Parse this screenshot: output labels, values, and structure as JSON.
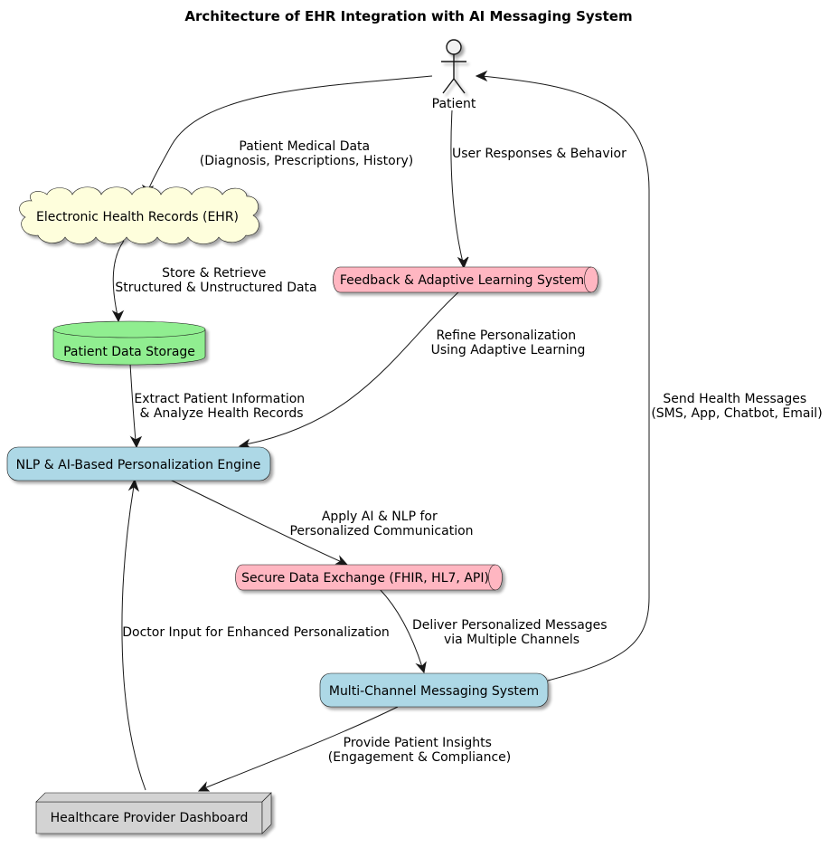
{
  "title": "Architecture of EHR Integration with AI Messaging System",
  "nodes": {
    "patient": {
      "label": "Patient",
      "type": "actor"
    },
    "ehr": {
      "label": "Electronic Health Records (EHR)",
      "type": "cloud",
      "color": "#FEFEDC"
    },
    "storage": {
      "label": "Patient Data Storage",
      "type": "database",
      "color": "#90EE90"
    },
    "feedback": {
      "label": "Feedback & Adaptive Learning System",
      "type": "queue",
      "color": "#FFB6C1"
    },
    "nlp": {
      "label": "NLP & AI-Based Personalization Engine",
      "type": "rectangle",
      "color": "#ADD8E6"
    },
    "exchange": {
      "label": "Secure Data Exchange (FHIR, HL7, API)",
      "type": "queue",
      "color": "#FFB6C1"
    },
    "messaging": {
      "label": "Multi-Channel Messaging System",
      "type": "rectangle",
      "color": "#ADD8E6"
    },
    "dashboard": {
      "label": "Healthcare Provider Dashboard",
      "type": "node",
      "color": "#D3D3D3"
    }
  },
  "edges": [
    {
      "from": "patient",
      "to": "ehr",
      "label": [
        "Patient Medical Data",
        "(Diagnosis, Prescriptions, History)"
      ]
    },
    {
      "from": "patient",
      "to": "feedback",
      "label": [
        "User Responses & Behavior"
      ]
    },
    {
      "from": "ehr",
      "to": "storage",
      "label": [
        "Store & Retrieve",
        "Structured & Unstructured Data"
      ]
    },
    {
      "from": "feedback",
      "to": "nlp",
      "label": [
        "Refine Personalization",
        "Using Adaptive Learning"
      ]
    },
    {
      "from": "storage",
      "to": "nlp",
      "label": [
        "Extract Patient Information",
        "& Analyze Health Records"
      ]
    },
    {
      "from": "messaging",
      "to": "patient",
      "label": [
        "Send Health Messages",
        "(SMS, App, Chatbot, Email)"
      ]
    },
    {
      "from": "nlp",
      "to": "exchange",
      "label": [
        "Apply AI & NLP for",
        "Personalized Communication"
      ]
    },
    {
      "from": "exchange",
      "to": "messaging",
      "label": [
        "Deliver Personalized Messages",
        "via Multiple Channels"
      ]
    },
    {
      "from": "dashboard",
      "to": "nlp",
      "label": [
        "Doctor Input for Enhanced Personalization"
      ]
    },
    {
      "from": "messaging",
      "to": "dashboard",
      "label": [
        "Provide Patient Insights",
        "(Engagement & Compliance)"
      ]
    }
  ]
}
